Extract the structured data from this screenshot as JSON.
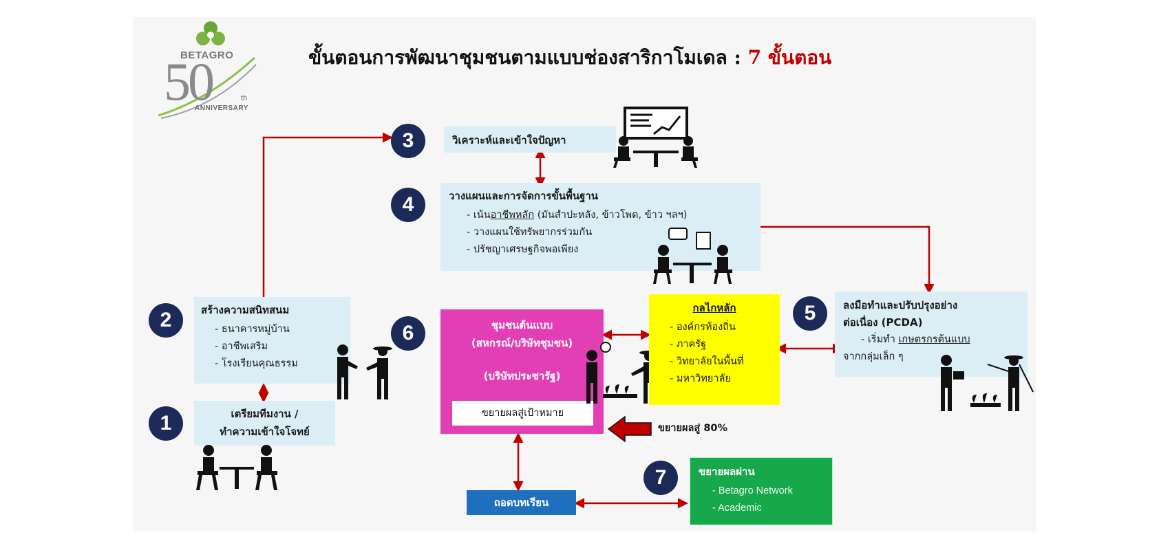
{
  "title": {
    "main": "ขั้นตอนการพัฒนาชุมชนตามแบบช่องสาริกาโมเดล  : ",
    "highlight": "7 ขั้นตอน"
  },
  "logo": {
    "brand": "BETAGRO",
    "number": "50",
    "suffix": "th",
    "subtitle": "ANNIVERSARY"
  },
  "steps": {
    "s1": {
      "num": "1",
      "lines": [
        "เตรียมทีมงาน /",
        "ทำความเข้าใจโจทย์"
      ]
    },
    "s2": {
      "num": "2",
      "head": "สร้างความสนิทสนม",
      "items": [
        "- ธนาคารหมู่บ้าน",
        "- อาชีพเสริม",
        "- โรงเรียนคุณธรรม"
      ]
    },
    "s3": {
      "num": "3",
      "head": "วิเคราะห์และเข้าใจปัญหา"
    },
    "s4": {
      "num": "4",
      "head": "วางแผนและการจัดการขั้นพื้นฐาน",
      "item1_prefix": "- เน้น",
      "item1_ul": "อาชีพหลัก",
      "item1_rest": " (มันสำปะหลัง, ข้าวโพด, ข้าว ฯลฯ)",
      "items": [
        "- วางแผนใช้ทรัพยากรร่วมกัน",
        "- ปรัชญาเศรษฐกิจพอเพียง"
      ]
    },
    "s5": {
      "num": "5",
      "head1": "ลงมือทำและปรับปรุงอย่าง",
      "head2": "ต่อเนื่อง (PCDA)",
      "item_prefix": "- เริ่มทำ ",
      "item_ul": "เกษตรกรต้นแบบ",
      "item_rest": "จากกลุ่มเล็ก ๆ"
    },
    "s6": {
      "num": "6",
      "line1": "ชุมชนต้นแบบ",
      "line2": "(สหกรณ์/บริษัทชุมชน)",
      "line3": "(บริษัทประชารัฐ)",
      "inner": "ขยายผลสู่เป้าหมาย"
    },
    "s7": {
      "num": "7",
      "head": "ขยายผลผ่าน",
      "items": [
        "- Betagro Network",
        "- Academic"
      ]
    }
  },
  "mechanism": {
    "head": "กลไกหลัก",
    "items": [
      "- องค์กรท้องถิ่น",
      "- ภาครัฐ",
      "- วิทยาลัยในพื้นที่",
      "- มหาวิทยาลัย"
    ]
  },
  "lesson": "ถอดบทเรียน",
  "expand_label": "ขยายผลสู่ 80%",
  "colors": {
    "arrow": "#c00000",
    "step_circle": "#1c2a5a",
    "blue_box": "#dbeef6",
    "community_box": "#e33fb4",
    "mechanism_box": "#ffff00",
    "network_box": "#16a84a",
    "lesson_box": "#1f6fbf",
    "title_highlight": "#c00000"
  },
  "icons": [
    "logo-leaf-icon",
    "meeting-whiteboard-icon",
    "desk-meeting-icon",
    "farmers-talking-icon",
    "farmer-crops-icon",
    "big-arrow-icon"
  ]
}
